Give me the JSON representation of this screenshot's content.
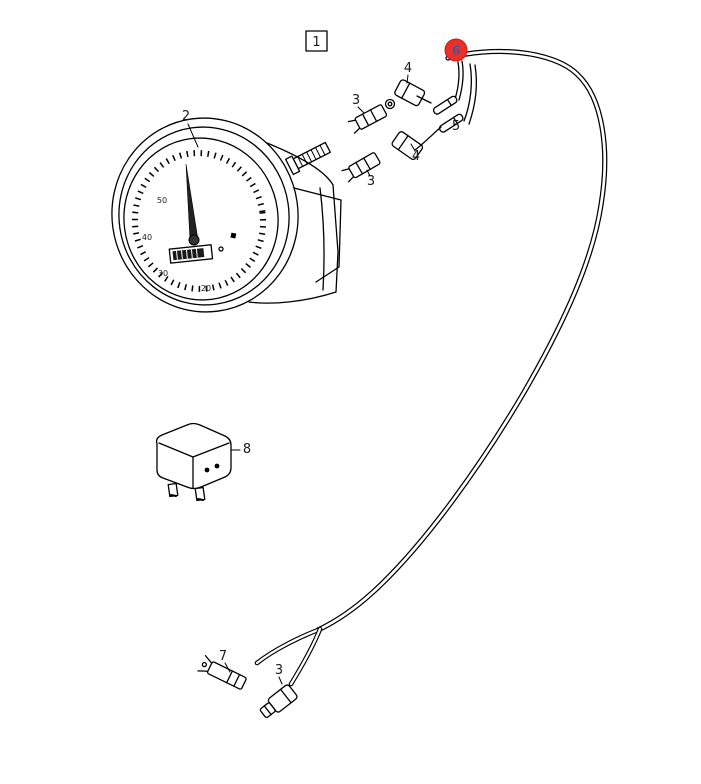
{
  "colors": {
    "background": "#ffffff",
    "line": "#000000",
    "highlight_fill": "#e8312a",
    "highlight_text": "#4a55a2"
  },
  "callouts": [
    {
      "label": "1",
      "boxed": true
    },
    {
      "label": "2"
    },
    {
      "label": "3"
    },
    {
      "label": "4"
    },
    {
      "label": "6",
      "highlighted": true
    },
    {
      "label": "5"
    },
    {
      "label": "4"
    },
    {
      "label": "3"
    },
    {
      "label": "8"
    },
    {
      "label": "7"
    },
    {
      "label": "3"
    }
  ],
  "dial": {
    "numbers": [
      "50",
      "40",
      "30",
      "20"
    ]
  }
}
